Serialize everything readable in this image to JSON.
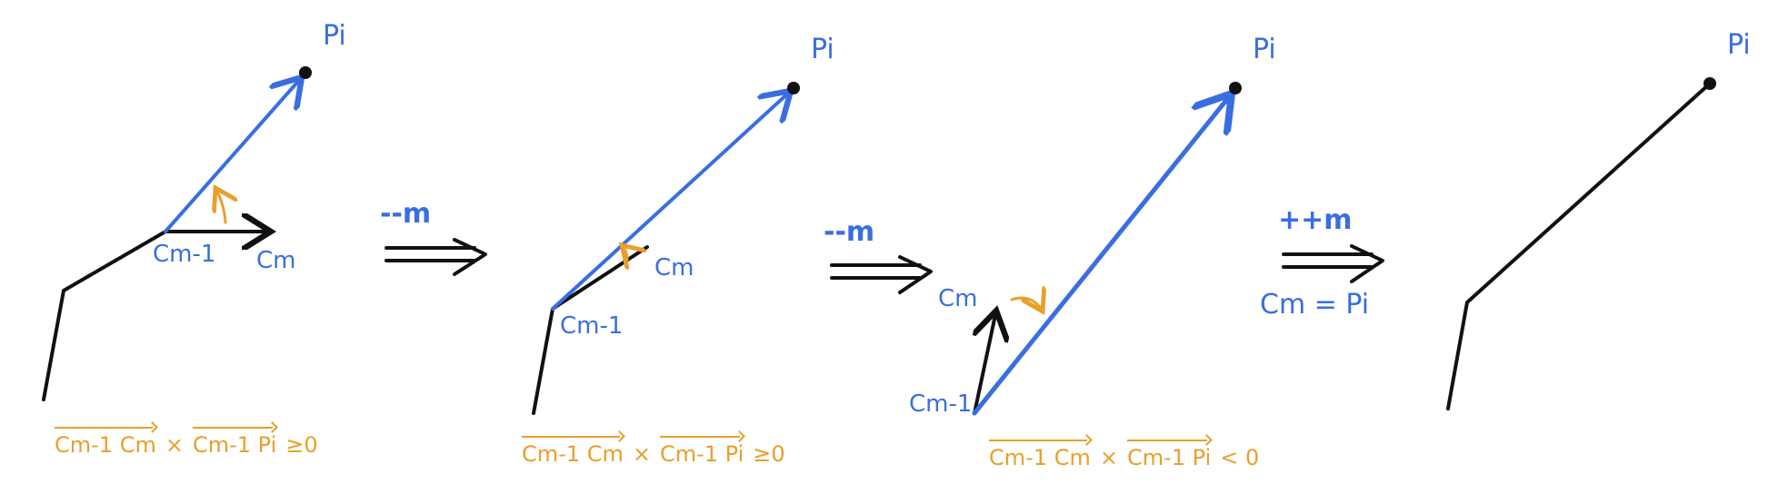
{
  "panels": [
    {
      "point_label": "Pi",
      "cm1_label": "Cm-1",
      "cm_label": "Cm",
      "formula": {
        "v1": "Cm-1 Cm",
        "times": "×",
        "v2": "Cm-1 Pi",
        "rel": "≥0"
      }
    },
    {
      "point_label": "Pi",
      "cm1_label": "Cm-1",
      "cm_label": "Cm",
      "formula": {
        "v1": "Cm-1 Cm",
        "times": "×",
        "v2": "Cm-1 Pi",
        "rel": "≥0"
      }
    },
    {
      "point_label": "Pi",
      "cm1_label": "Cm-1",
      "cm_label": "Cm",
      "formula": {
        "v1": "Cm-1 Cm",
        "times": "×",
        "v2": "Cm-1 Pi",
        "rel": "< 0"
      }
    },
    {
      "point_label": "Pi"
    }
  ],
  "transitions": [
    {
      "op": "--m"
    },
    {
      "op": "--m"
    },
    {
      "op": "++m",
      "note": "Cm = Pi"
    }
  ],
  "colors": {
    "blue": "#3a6ee0",
    "orange": "#e8a02a",
    "black": "#111111"
  }
}
